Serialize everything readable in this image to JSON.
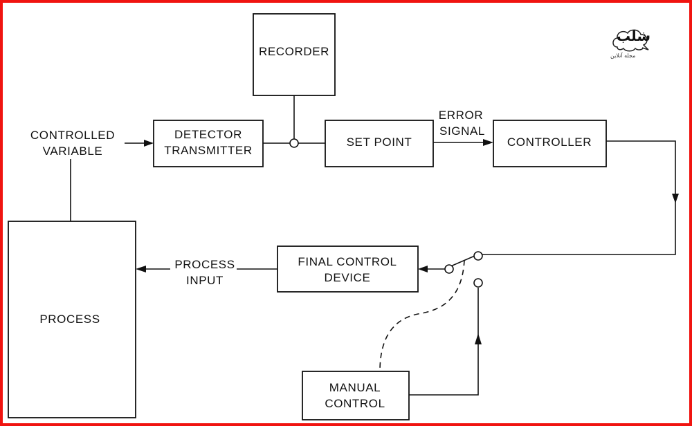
{
  "diagram": {
    "title": "",
    "border_color": "#f01410",
    "blocks": {
      "recorder": "RECORDER",
      "detector": [
        "DETECTOR",
        "TRANSMITTER"
      ],
      "set_point": "SET POINT",
      "controller": "CONTROLLER",
      "final_control": [
        "FINAL CONTROL",
        "DEVICE"
      ],
      "process": "PROCESS",
      "manual_control": [
        "MANUAL",
        "CONTROL"
      ]
    },
    "signals": {
      "controlled_variable": [
        "CONTROLLED",
        "VARIABLE"
      ],
      "error_signal": [
        "ERROR",
        "SIGNAL"
      ],
      "process_input": [
        "PROCESS",
        "INPUT"
      ]
    },
    "logo": {
      "brand": "شلب",
      "tagline": "مجله آنلاین"
    }
  }
}
